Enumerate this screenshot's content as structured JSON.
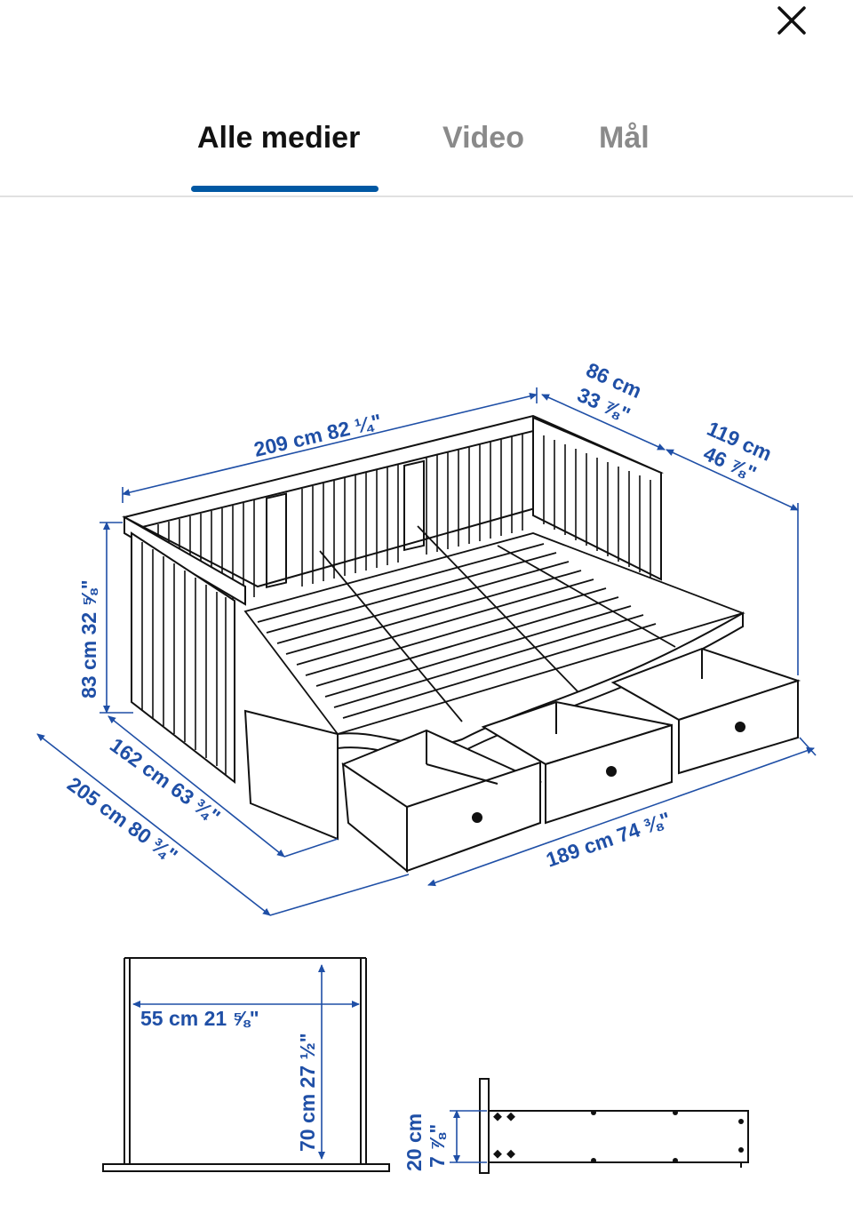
{
  "header": {
    "close_icon": "close-icon"
  },
  "tabs": [
    {
      "label": "Alle medier",
      "active": true
    },
    {
      "label": "Video",
      "active": false
    },
    {
      "label": "Mål",
      "active": false
    }
  ],
  "colors": {
    "accent": "#0058a3",
    "dimension": "#1f4fa6",
    "line": "#111111"
  },
  "diagram": {
    "dimensions": {
      "total_length": "209 cm 82 ¼\"",
      "depth_top": "86 cm",
      "depth_top_in": "33 ⅞\"",
      "extended_depth": "119 cm",
      "extended_depth_in": "46 ⅞\"",
      "height": "83 cm 32 ⅝\"",
      "width_162": "162 cm 63 ¾\"",
      "width_205": "205 cm 80 ¾\"",
      "length_189": "189 cm 74 ⅜\""
    },
    "drawer_inner": {
      "width": "55 cm 21 ⅝\"",
      "depth": "70 cm 27 ½\""
    },
    "drawer_height": {
      "cm": "20 cm",
      "in": "7 ⅞\""
    }
  }
}
